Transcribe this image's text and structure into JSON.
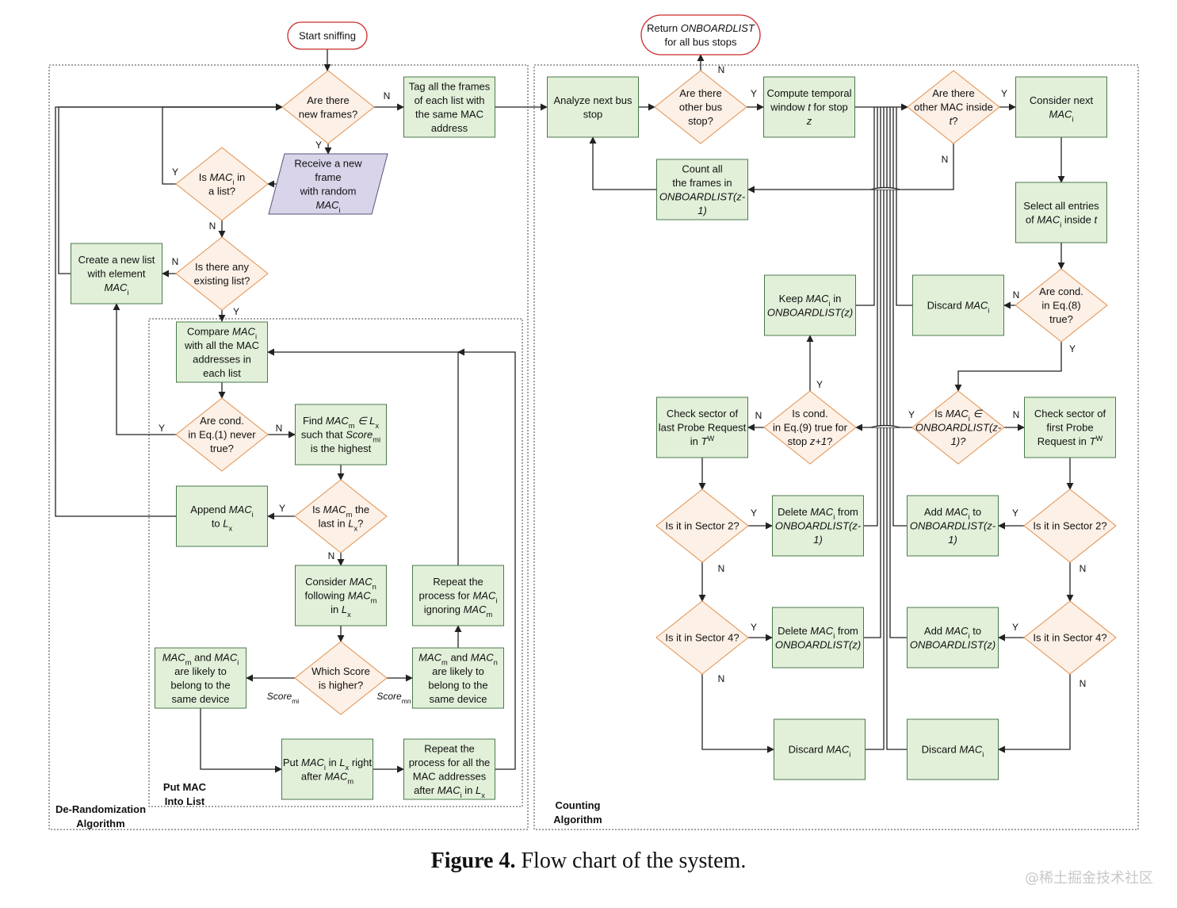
{
  "caption": {
    "figure_label": "Figure 4.",
    "text": "Flow chart of the system."
  },
  "watermark": "@稀土掘金技术社区",
  "containers": {
    "derandomization": "De-Randomization Algorithm",
    "put_mac": "Put MAC Into List",
    "counting": "Counting Algorithm"
  },
  "nodes": [
    {
      "id": "start",
      "shape": "terminal",
      "lines": [
        "Start sniffing"
      ]
    },
    {
      "id": "return",
      "shape": "terminal",
      "lines": [
        "Return *ONBOARDLIST*",
        "for all bus stops"
      ]
    },
    {
      "id": "d_frames",
      "shape": "decision",
      "lines": [
        "Are there",
        "new frames?"
      ]
    },
    {
      "id": "tag",
      "shape": "process",
      "lines": [
        "Tag all the frames",
        "of each list with",
        "the same MAC",
        "address"
      ]
    },
    {
      "id": "receive",
      "shape": "io",
      "lines": [
        "Receive a new",
        "frame",
        "with random",
        "*MAC*~i~"
      ]
    },
    {
      "id": "d_inlist",
      "shape": "decision",
      "lines": [
        "Is *MAC*~i~ in",
        "a list?"
      ]
    },
    {
      "id": "d_existing",
      "shape": "decision",
      "lines": [
        "Is there any",
        "existing list?"
      ]
    },
    {
      "id": "newlist",
      "shape": "process",
      "lines": [
        "Create a new list",
        "with element",
        "*MAC*~i~"
      ]
    },
    {
      "id": "compare",
      "shape": "process",
      "lines": [
        "Compare *MAC*~i~",
        "with all the MAC",
        "addresses in",
        "each list"
      ]
    },
    {
      "id": "d_eq1",
      "shape": "decision",
      "lines": [
        "Are cond.",
        "in Eq.(1) never",
        "true?"
      ]
    },
    {
      "id": "find",
      "shape": "process",
      "lines": [
        "Find *MAC*~m~ *∈ L*~x~",
        "such that *Score*~mi~",
        "is the highest"
      ]
    },
    {
      "id": "d_last",
      "shape": "decision",
      "lines": [
        "Is *MAC*~m~ the",
        "last in *L*~x~?"
      ]
    },
    {
      "id": "append",
      "shape": "process",
      "lines": [
        "Append *MAC*~i~",
        "to *L*~x~"
      ]
    },
    {
      "id": "consider_n",
      "shape": "process",
      "lines": [
        "Consider *MAC*~n~",
        "following *MAC*~m~",
        "in *L*~x~"
      ]
    },
    {
      "id": "repeat_ign",
      "shape": "process",
      "lines": [
        "Repeat the",
        "process for *MAC*~i~",
        "ignoring *MAC*~m~"
      ]
    },
    {
      "id": "d_score",
      "shape": "decision",
      "lines": [
        "Which Score",
        "is higher?"
      ]
    },
    {
      "id": "same_mi",
      "shape": "process",
      "lines": [
        "*MAC*~m~ and *MAC*~i~",
        "are likely to",
        "belong to the",
        "same device"
      ]
    },
    {
      "id": "same_mn",
      "shape": "process",
      "lines": [
        "*MAC*~m~ and *MAC*~n~",
        "are likely to",
        "belong to the",
        "same device"
      ]
    },
    {
      "id": "put",
      "shape": "process",
      "lines": [
        "Put *MAC*~i~ in *L*~x~ right",
        "after *MAC*~m~"
      ]
    },
    {
      "id": "repeat_all",
      "shape": "process",
      "lines": [
        "Repeat the",
        "process for all the",
        "MAC addresses",
        "after *MAC*~i~ in *L*~x~"
      ]
    },
    {
      "id": "analyze",
      "shape": "process",
      "lines": [
        "Analyze next bus",
        "stop"
      ]
    },
    {
      "id": "d_stops",
      "shape": "decision",
      "lines": [
        "Are there",
        "other bus",
        "stop?"
      ]
    },
    {
      "id": "compute",
      "shape": "process",
      "lines": [
        "Compute temporal",
        "window *t* for stop",
        "*z*"
      ]
    },
    {
      "id": "d_othermac",
      "shape": "decision",
      "lines": [
        "Are there",
        "other MAC inside",
        "*t*?"
      ]
    },
    {
      "id": "consider_next",
      "shape": "process",
      "lines": [
        "Consider next",
        "*MAC*~i~"
      ]
    },
    {
      "id": "count",
      "shape": "process",
      "lines": [
        "Count all",
        "the frames in",
        "*ONBOARDLIST(z-*",
        "*1)*"
      ]
    },
    {
      "id": "select",
      "shape": "process",
      "lines": [
        "Select all entries",
        "of *MAC*~i~ inside *t*"
      ]
    },
    {
      "id": "keep",
      "shape": "process",
      "lines": [
        "Keep *MAC*~i~ in",
        "*ONBOARDLIST(z)*"
      ]
    },
    {
      "id": "discard1",
      "shape": "process",
      "lines": [
        "Discard *MAC*~i~"
      ]
    },
    {
      "id": "d_eq8",
      "shape": "decision",
      "lines": [
        "Are cond.",
        "in Eq.(8)",
        "true?"
      ]
    },
    {
      "id": "check_last",
      "shape": "process",
      "lines": [
        "Check sector of",
        "last Probe Request",
        "in *T*^W^"
      ]
    },
    {
      "id": "d_eq9",
      "shape": "decision",
      "lines": [
        "Is cond.",
        "in Eq.(9) true for",
        "stop *z+1*?"
      ]
    },
    {
      "id": "d_inlist2",
      "shape": "decision",
      "lines": [
        "Is *MAC*~i~ *∈*",
        "*ONBOARDLIST(z-*",
        "*1)?*"
      ]
    },
    {
      "id": "check_first",
      "shape": "process",
      "lines": [
        "Check sector of",
        "first Probe",
        "Request in *T*^W^"
      ]
    },
    {
      "id": "d_s2L",
      "shape": "decision",
      "lines": [
        "Is it in Sector 2?"
      ]
    },
    {
      "id": "del_z1",
      "shape": "process",
      "lines": [
        "Delete *MAC*~i~ from",
        "*ONBOARDLIST(z-*",
        "*1)*"
      ]
    },
    {
      "id": "add_z1",
      "shape": "process",
      "lines": [
        "Add *MAC*~i~ to",
        "*ONBOARDLIST(z-*",
        "*1)*"
      ]
    },
    {
      "id": "d_s2R",
      "shape": "decision",
      "lines": [
        "Is it in Sector 2?"
      ]
    },
    {
      "id": "d_s4L",
      "shape": "decision",
      "lines": [
        "Is it in Sector 4?"
      ]
    },
    {
      "id": "del_z",
      "shape": "process",
      "lines": [
        "Delete *MAC*~i~ from",
        "*ONBOARDLIST(z)*"
      ]
    },
    {
      "id": "add_z",
      "shape": "process",
      "lines": [
        "Add *MAC*~i~ to",
        "*ONBOARDLIST(z)*"
      ]
    },
    {
      "id": "d_s4R",
      "shape": "decision",
      "lines": [
        "Is it in Sector 4?"
      ]
    },
    {
      "id": "discard2",
      "shape": "process",
      "lines": [
        "Discard *MAC*~i~"
      ]
    },
    {
      "id": "discard3",
      "shape": "process",
      "lines": [
        "Discard *MAC*~i~"
      ]
    }
  ],
  "edge_labels": [
    {
      "id": "e1",
      "text": "N"
    },
    {
      "id": "e2",
      "text": "Y"
    },
    {
      "id": "e3",
      "text": "Y"
    },
    {
      "id": "e4",
      "text": "N"
    },
    {
      "id": "e5",
      "text": "N"
    },
    {
      "id": "e6",
      "text": "Y"
    },
    {
      "id": "e7",
      "text": "Y"
    },
    {
      "id": "e8",
      "text": "N"
    },
    {
      "id": "e9",
      "text": "Y"
    },
    {
      "id": "e10",
      "text": "N"
    },
    {
      "id": "e11",
      "text": "*Score*~mi~"
    },
    {
      "id": "e12",
      "text": "*Score*~mn~"
    },
    {
      "id": "e13",
      "text": "N"
    },
    {
      "id": "e14",
      "text": "Y"
    },
    {
      "id": "e15",
      "text": "Y"
    },
    {
      "id": "e16",
      "text": "N"
    },
    {
      "id": "e17",
      "text": "N"
    },
    {
      "id": "e18",
      "text": "Y"
    },
    {
      "id": "e19",
      "text": "Y"
    },
    {
      "id": "e20",
      "text": "N"
    },
    {
      "id": "e21",
      "text": "N"
    },
    {
      "id": "e22",
      "text": "Y"
    },
    {
      "id": "e23",
      "text": "Y"
    },
    {
      "id": "e24",
      "text": "N"
    },
    {
      "id": "e25",
      "text": "Y"
    },
    {
      "id": "e26",
      "text": "N"
    },
    {
      "id": "e27",
      "text": "Y"
    },
    {
      "id": "e28",
      "text": "N"
    }
  ],
  "colors": {
    "process_fill": "#e2f0d9",
    "process_stroke": "#4a7a4a",
    "decision_fill": "#fdf0e6",
    "decision_stroke": "#e0904e",
    "io_fill": "#d9d4ea",
    "io_stroke": "#55557a",
    "terminal_stroke": "#cc2a2a",
    "line": "#222222"
  }
}
